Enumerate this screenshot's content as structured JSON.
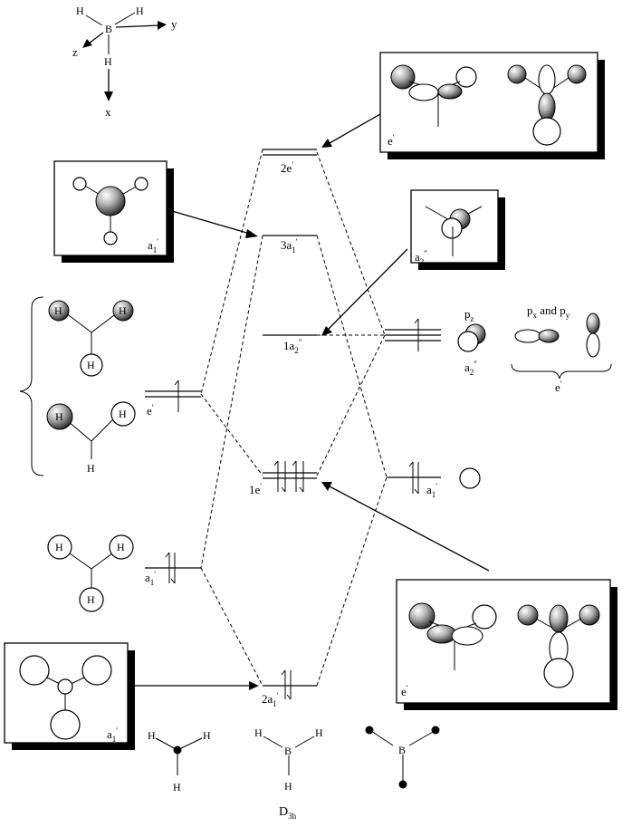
{
  "axes": {
    "atom": "B",
    "h": "H",
    "y": "y",
    "z": "z",
    "x": "x"
  },
  "levels": {
    "e2": {
      "main": "2e",
      "sup": "′"
    },
    "a3": {
      "main": "3a",
      "sub": "1",
      "sup": "′"
    },
    "a2pp": {
      "main": "1a",
      "sub": "2",
      "sup": "″"
    },
    "e1": {
      "main": "1e",
      "sup": "′"
    },
    "a2": {
      "main": "2a",
      "sub": "1",
      "sup": "′"
    }
  },
  "boxes": {
    "e_top": {
      "main": "e",
      "sup": "′"
    },
    "a1_left": {
      "main": "a",
      "sub": "1",
      "sup": "′"
    },
    "a2pp": {
      "main": "a",
      "sub": "2",
      "sup": "″"
    },
    "e_bottom": {
      "main": "e",
      "sup": "′"
    },
    "a1_bottom": {
      "main": "a",
      "sub": "1",
      "sup": "′"
    }
  },
  "ligand": {
    "h": "H",
    "e_label": {
      "main": "e",
      "sup": "′"
    },
    "a1_label": {
      "main": "a",
      "sub": "1",
      "sup": "′"
    }
  },
  "boron": {
    "pz": {
      "main": "p",
      "sub": "z"
    },
    "pxpy": {
      "p1": "p",
      "s1": "x",
      "and": " and ",
      "p2": "p",
      "s2": "y"
    },
    "a2pp_label": {
      "main": "a",
      "sub": "2",
      "sup": "″"
    },
    "e_label": {
      "main": "e",
      "sup": "′"
    },
    "a1_label": {
      "main": "a",
      "sub": "1",
      "sup": "′"
    }
  },
  "bottom": {
    "b": "B",
    "h": "H",
    "symmetry": {
      "main": "D",
      "sub": "3h"
    }
  }
}
